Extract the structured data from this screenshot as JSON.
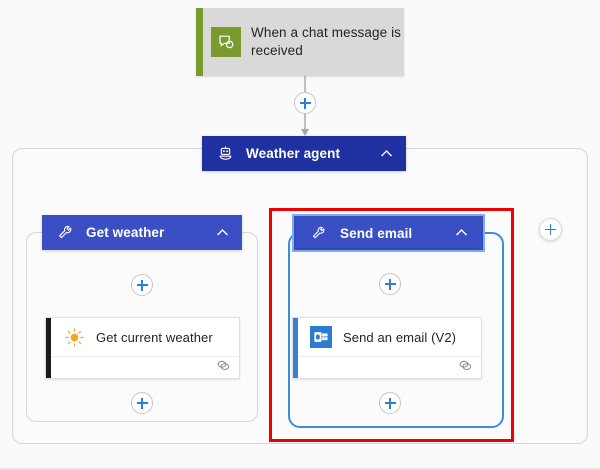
{
  "canvas": {
    "background": "#fafafa",
    "accent_blue": "#3b4fc4",
    "agent_blue": "#1f30a0",
    "trigger_green": "#7a9a2e",
    "selection_blue": "#3c8cdc",
    "annotation_red": "#ee0000",
    "plus_blue": "#2d7fd6"
  },
  "trigger": {
    "title": "When a chat message is received",
    "icon": "teams-chat-icon"
  },
  "agent": {
    "label": "Weather agent",
    "icon": "agent-robot-icon",
    "collapse_icon": "chevron-up-icon"
  },
  "branches": [
    {
      "id": "get-weather",
      "label": "Get weather",
      "icon": "wrench-tool-icon",
      "collapse_icon": "chevron-up-icon",
      "selected": false,
      "action": {
        "label": "Get current weather",
        "icon": "sun-weather-icon",
        "connector_icon": "connector-link-icon",
        "accent_color": "#1a1a1a"
      }
    },
    {
      "id": "send-email",
      "label": "Send email",
      "icon": "wrench-tool-icon",
      "collapse_icon": "chevron-up-icon",
      "selected": true,
      "action": {
        "label": "Send an email (V2)",
        "icon": "outlook-icon",
        "connector_icon": "connector-link-icon",
        "accent_color": "#3b7fd4"
      }
    }
  ],
  "plus_buttons": {
    "after_trigger": "+",
    "left_above_action": "+",
    "right_above_action": "+",
    "left_below_action": "+",
    "right_below_action": "+",
    "add_branch": "+"
  }
}
